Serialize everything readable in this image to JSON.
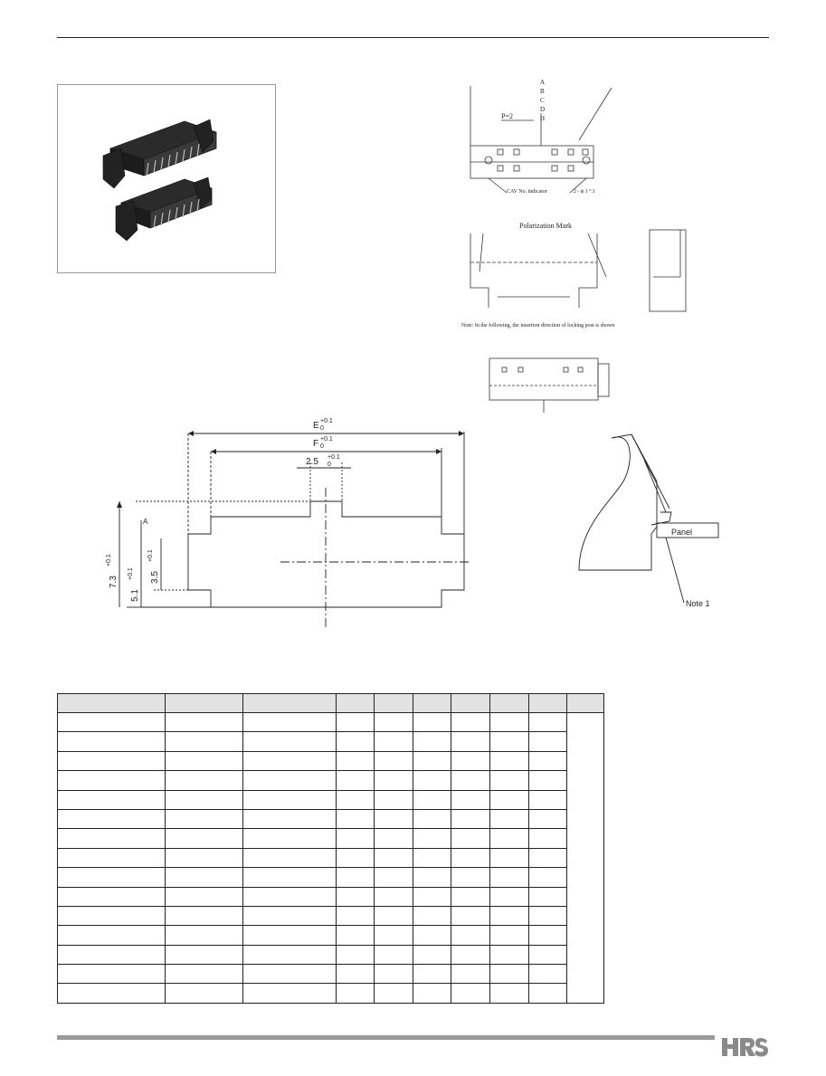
{
  "icons": {
    "product_photo": "connector-photo",
    "brand_logo": "hrs-logo"
  },
  "drawing_top": {
    "letters": [
      "A",
      "B",
      "C",
      "D",
      "H"
    ],
    "label_p2": "P=2",
    "label_cavity": "CAV No. indicator",
    "label_dia": "2 - ϕ 1 °.1",
    "label_polarization": "Polarization Mark",
    "label_note": "Note: In the following, the insertion direction of locking post is shown"
  },
  "pcb_layout": {
    "label_e": "E",
    "label_e_tol": "+0.1",
    "label_e_zero": "0",
    "label_f": "F",
    "label_f_tol": "+0.1",
    "label_f_zero": "0",
    "label_pitch": "2.5",
    "label_pitch_tol": "+0.1",
    "label_pitch_zero": "0",
    "label_a": "A",
    "label_h1": "7.3",
    "label_h1_tol": "+0.1",
    "label_h2": "5.1",
    "label_h2_tol": "+0.1",
    "label_h3": "3.5",
    "label_h3_tol": "+0.1"
  },
  "panel_detail": {
    "label_panel": "Panel",
    "label_note": "Note 1"
  },
  "spec_table": {
    "column_count": 10,
    "body_rows": 15
  },
  "colors": {
    "rule": "#222222",
    "bar": "#9a9a9a",
    "header_fill": "#e2e2e2",
    "connector": "#2a2a2a"
  }
}
